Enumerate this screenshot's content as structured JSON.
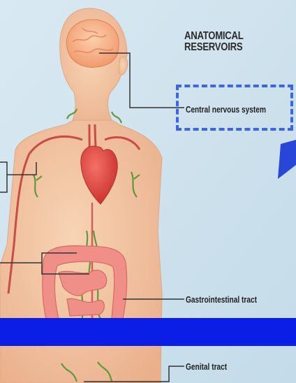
{
  "diagram": {
    "title_line1": "ANATOMICAL",
    "title_line2": "RESERVOIRS",
    "labels": {
      "cns": "Central nervous system",
      "gi": "Gastrointestinal tract",
      "genital": "Genital tract"
    },
    "colors": {
      "background": "#cfe2ee",
      "skin": "#f4cba6",
      "brain": "#f5b28b",
      "heart": "#e8463e",
      "vessel": "#c94c46",
      "lymph": "#5c9a3a",
      "intestine": "#f08f88",
      "highlight": "#3b66e8",
      "band": "#0b1ee6",
      "arrow": "#2847d8"
    }
  }
}
